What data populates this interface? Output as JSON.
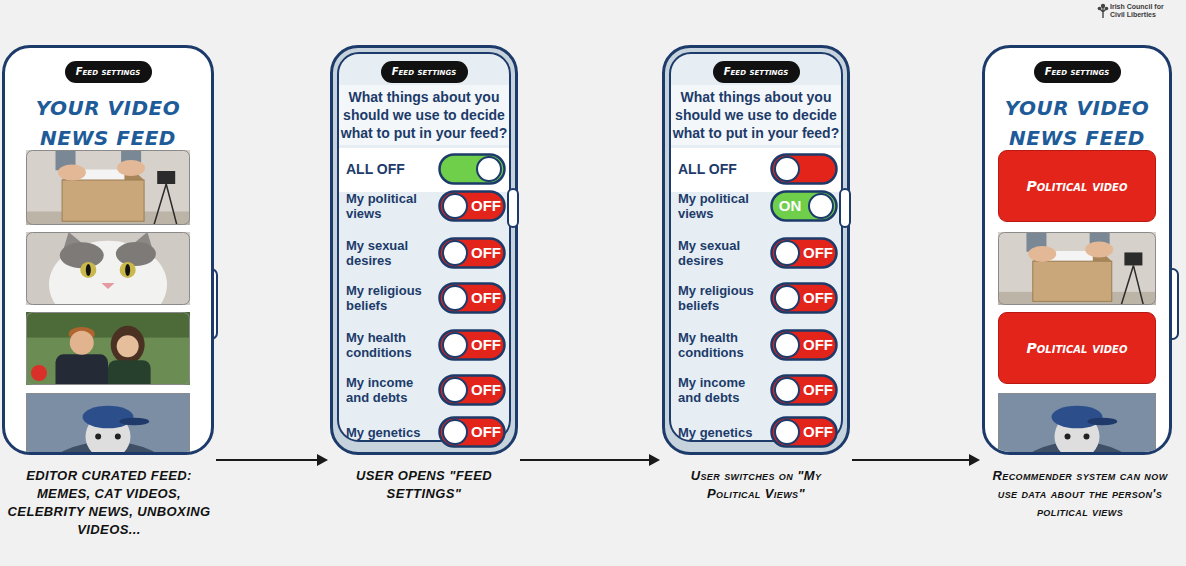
{
  "diagram": {
    "nodes": [
      {
        "text": [
          "YOUR VIDEO NEWS FEED",
          "EDITOR CURATED FEED: MEMES, CAT VIDEOS, CELEBRITY NEWS, UNBOXING VIDEOS..."
        ]
      },
      {
        "text": [
          "Feed settings"
        ],
        "in": 0
      },
      {
        "text": [
          "What things about you should we use to decide what to put in your feed?",
          "ALL OFF",
          "My political views",
          "My sexual desires",
          "My religious beliefs",
          "My health conditions",
          "My income and debts",
          "My genetics",
          "USER OPENS \"FEED SETTINGS\""
        ]
      },
      {
        "text": [
          "Feed settings"
        ],
        "in": 2
      },
      {
        "text": [
          "OFF"
        ],
        "in": 2
      },
      {
        "text": [
          "OFF"
        ],
        "in": 2
      },
      {
        "text": [
          "OFF"
        ],
        "in": 2
      },
      {
        "text": [
          "OFF"
        ],
        "in": 2
      },
      {
        "text": [
          "OFF"
        ],
        "in": 2
      },
      {
        "text": [
          "OFF"
        ],
        "in": 2
      },
      {
        "text": [
          "What things about you should we use to decide what to put in your feed?",
          "ALL OFF",
          "My political views",
          "My sexual desires",
          "My religious beliefs",
          "My health conditions",
          "My income and debts",
          "My genetics",
          "User switches on \"My Political Views\""
        ]
      },
      {
        "text": [
          "Feed settings"
        ],
        "in": 10
      },
      {
        "text": [
          "ON"
        ],
        "in": 10
      },
      {
        "text": [
          "OFF"
        ],
        "in": 10
      },
      {
        "text": [
          "OFF"
        ],
        "in": 10
      },
      {
        "text": [
          "OFF"
        ],
        "in": 10
      },
      {
        "text": [
          "OFF"
        ],
        "in": 10
      },
      {
        "text": [
          "OFF"
        ],
        "in": 10
      },
      {
        "text": [
          "YOUR VIDEO NEWS FEED",
          "Recommender system can now use data about the person's political views"
        ]
      },
      {
        "text": [
          "Feed settings"
        ],
        "in": 18
      },
      {
        "text": [
          "Political video"
        ],
        "in": 18
      },
      {
        "text": [
          "Political video"
        ],
        "in": 18
      }
    ],
    "edges": [
      {
        "from": 0,
        "to": 2,
        "arrow": "to"
      },
      {
        "from": 2,
        "to": 10,
        "arrow": "to"
      },
      {
        "from": 10,
        "to": 18,
        "arrow": "to"
      }
    ],
    "labels": [
      "Irish Council for Civil Liberties"
    ]
  }
}
